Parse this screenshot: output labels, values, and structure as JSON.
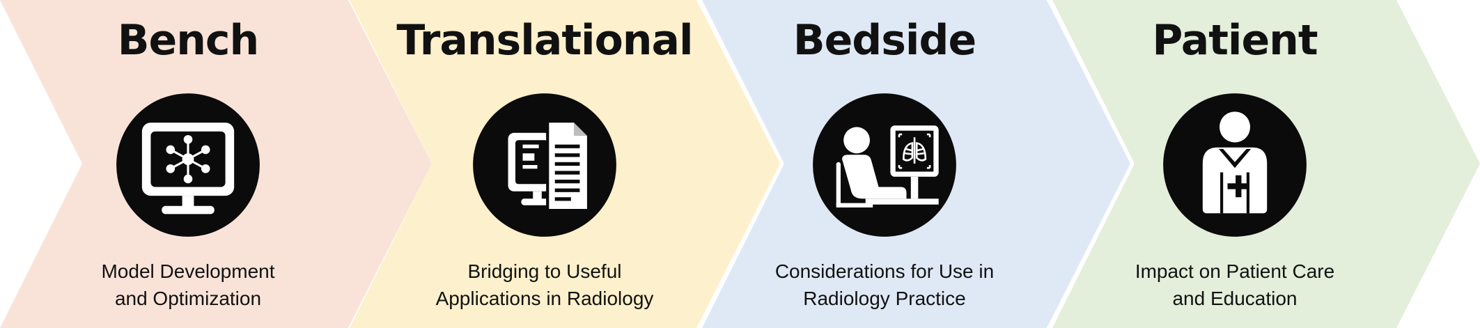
{
  "stages": [
    {
      "title": "Bench",
      "desc_line1": "Model Development",
      "desc_line2": "and Optimization",
      "icon": "monitor-network-icon",
      "color": "#f9e3d8"
    },
    {
      "title": "Translational",
      "desc_line1": "Bridging to Useful",
      "desc_line2": "Applications in Radiology",
      "icon": "monitor-document-icon",
      "color": "#fdf0cc"
    },
    {
      "title": "Bedside",
      "desc_line1": "Considerations for Use in",
      "desc_line2": "Radiology Practice",
      "icon": "radiologist-xray-icon",
      "color": "#dfe9f6"
    },
    {
      "title": "Patient",
      "desc_line1": "Impact on Patient Care",
      "desc_line2": "and Education",
      "icon": "patient-icon",
      "color": "#e3eedb"
    }
  ]
}
